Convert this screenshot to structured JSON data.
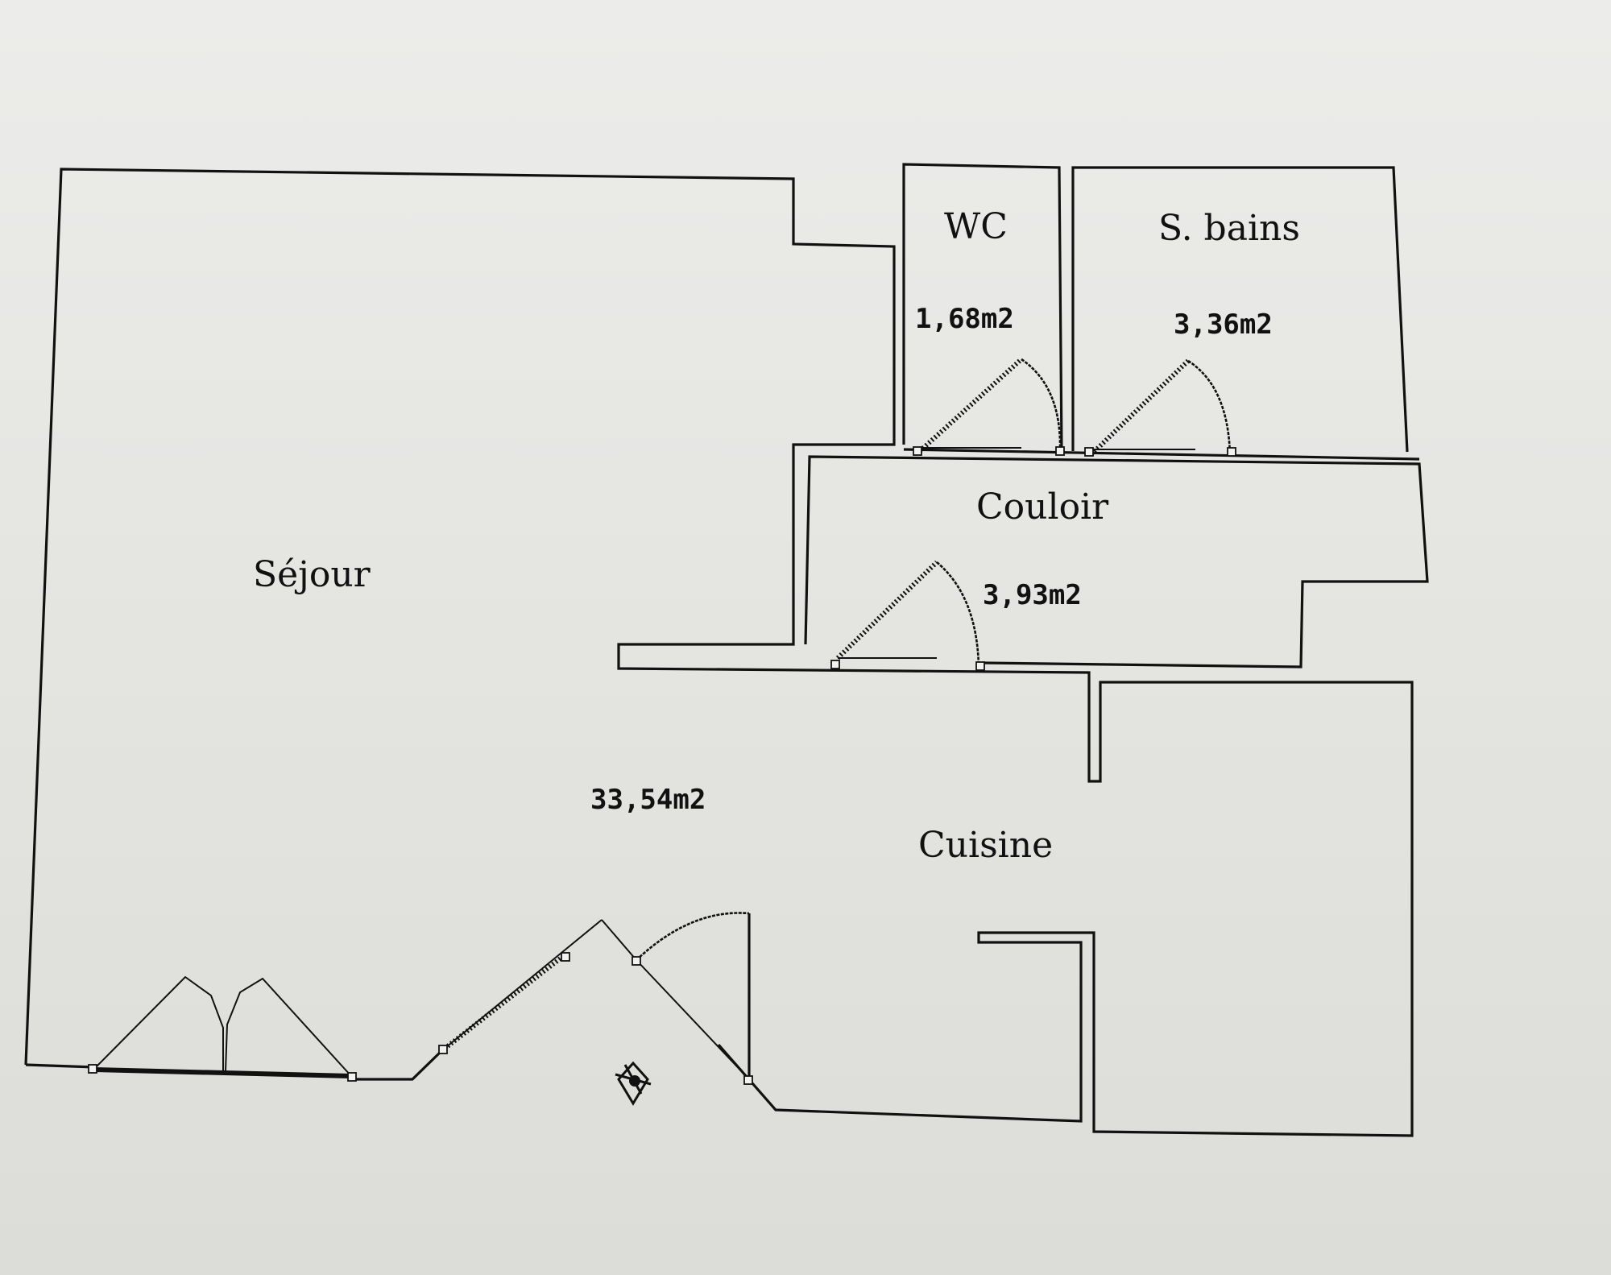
{
  "rooms": {
    "wc": {
      "name": "WC",
      "area": "1,68m2"
    },
    "salle_de_bains": {
      "name": "S. bains",
      "area": "3,36m2"
    },
    "couloir": {
      "name": "Couloir",
      "area": "3,93m2"
    },
    "sejour": {
      "name": "Séjour",
      "area": "33,54m2"
    },
    "cuisine": {
      "name": "Cuisine"
    }
  },
  "icons": {
    "compass": "compass-rose-icon"
  }
}
